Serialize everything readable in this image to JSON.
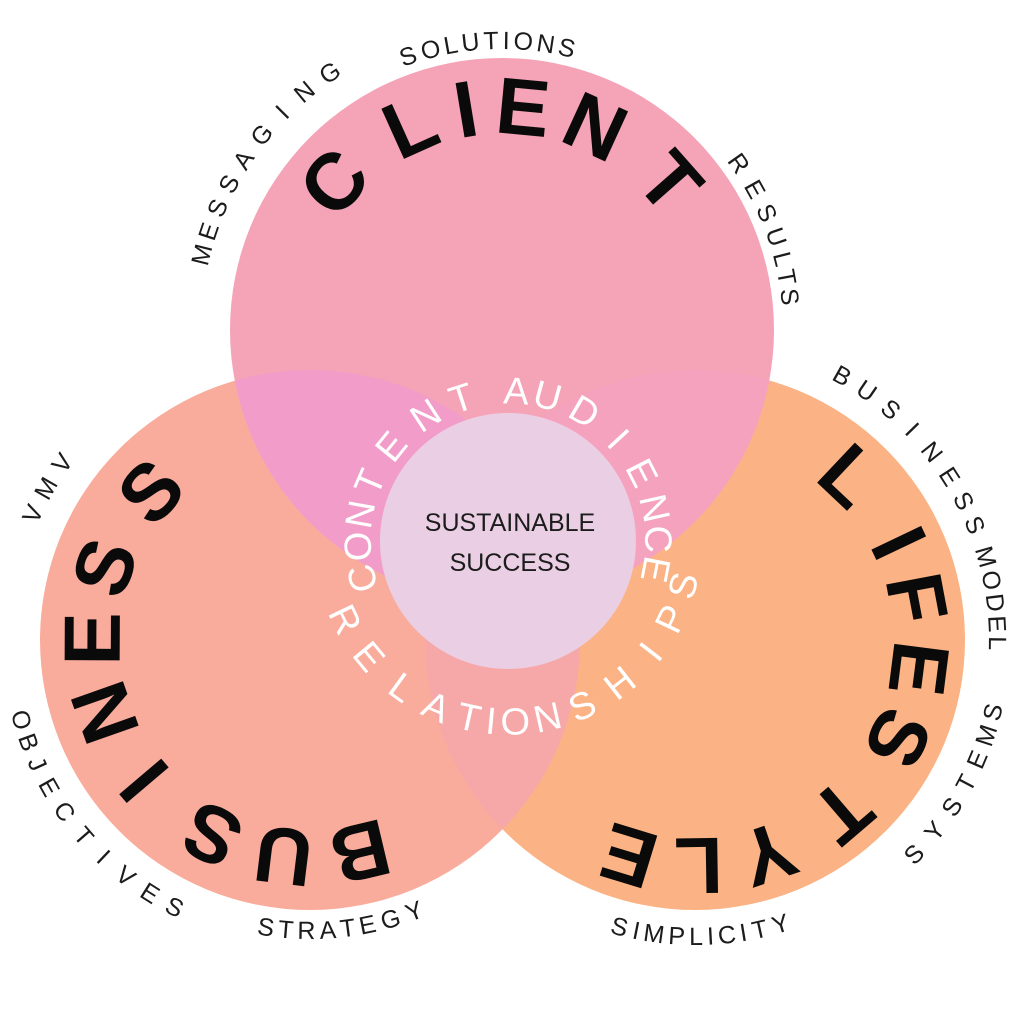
{
  "colors": {
    "client": "#F5A3B7",
    "business": "#F9AC9C",
    "lifestyle": "#FBB385",
    "client_business": "#F29DC9",
    "client_lifestyle": "#F5A2BE",
    "business_lifestyle": "#F6A8A9",
    "center": "#EACFE4"
  },
  "circles": {
    "client": {
      "title": "CLIENT",
      "labels": [
        "MESSAGING",
        "SOLUTIONS",
        "RESULTS"
      ]
    },
    "business": {
      "title": "BUSINESS",
      "labels": [
        "VMV",
        "OBJECTIVES",
        "STRATEGY"
      ]
    },
    "lifestyle": {
      "title": "LIFESTYLE",
      "labels": [
        "BUSINESS MODEL",
        "SYSTEMS",
        "SIMPLICITY"
      ]
    }
  },
  "overlaps": {
    "client_business": "CONTENT",
    "client_lifestyle": "AUDIENCE",
    "business_lifestyle": "RELATIONSHIPS"
  },
  "center": {
    "line1": "SUSTAINABLE",
    "line2": "SUCCESS"
  }
}
